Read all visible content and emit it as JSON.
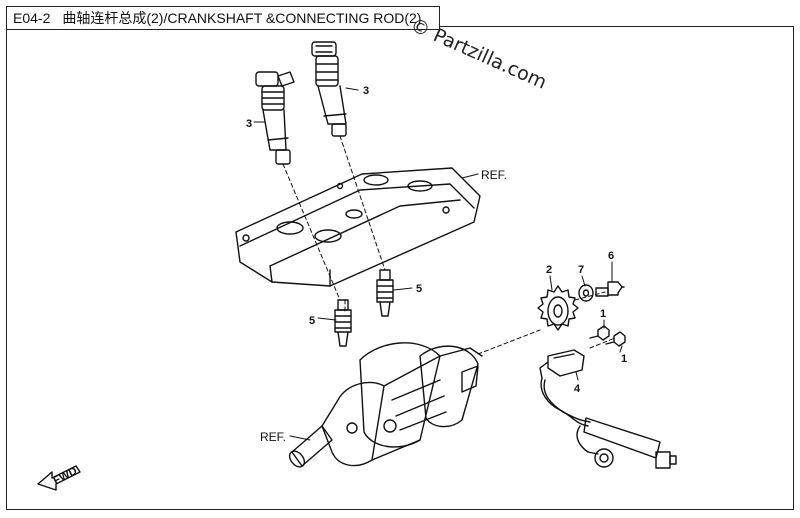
{
  "header": {
    "code": "E04-2",
    "title": "曲轴连杆总成(2)/CRANKSHAFT &CONNECTING ROD(2)"
  },
  "watermark": "© Partzilla.com",
  "callouts": {
    "coil_left": "3",
    "coil_right": "3",
    "cover_ref": "REF.",
    "plug_left": "5",
    "plug_right": "5",
    "sprocket": "2",
    "washer": "7",
    "bolt": "6",
    "screw_upper": "1",
    "screw_lower": "1",
    "sensor": "4",
    "crank_ref": "REF."
  },
  "fwd_badge": "FWD",
  "colors": {
    "line": "#111111",
    "shade": "#555555",
    "paper": "#ffffff"
  }
}
